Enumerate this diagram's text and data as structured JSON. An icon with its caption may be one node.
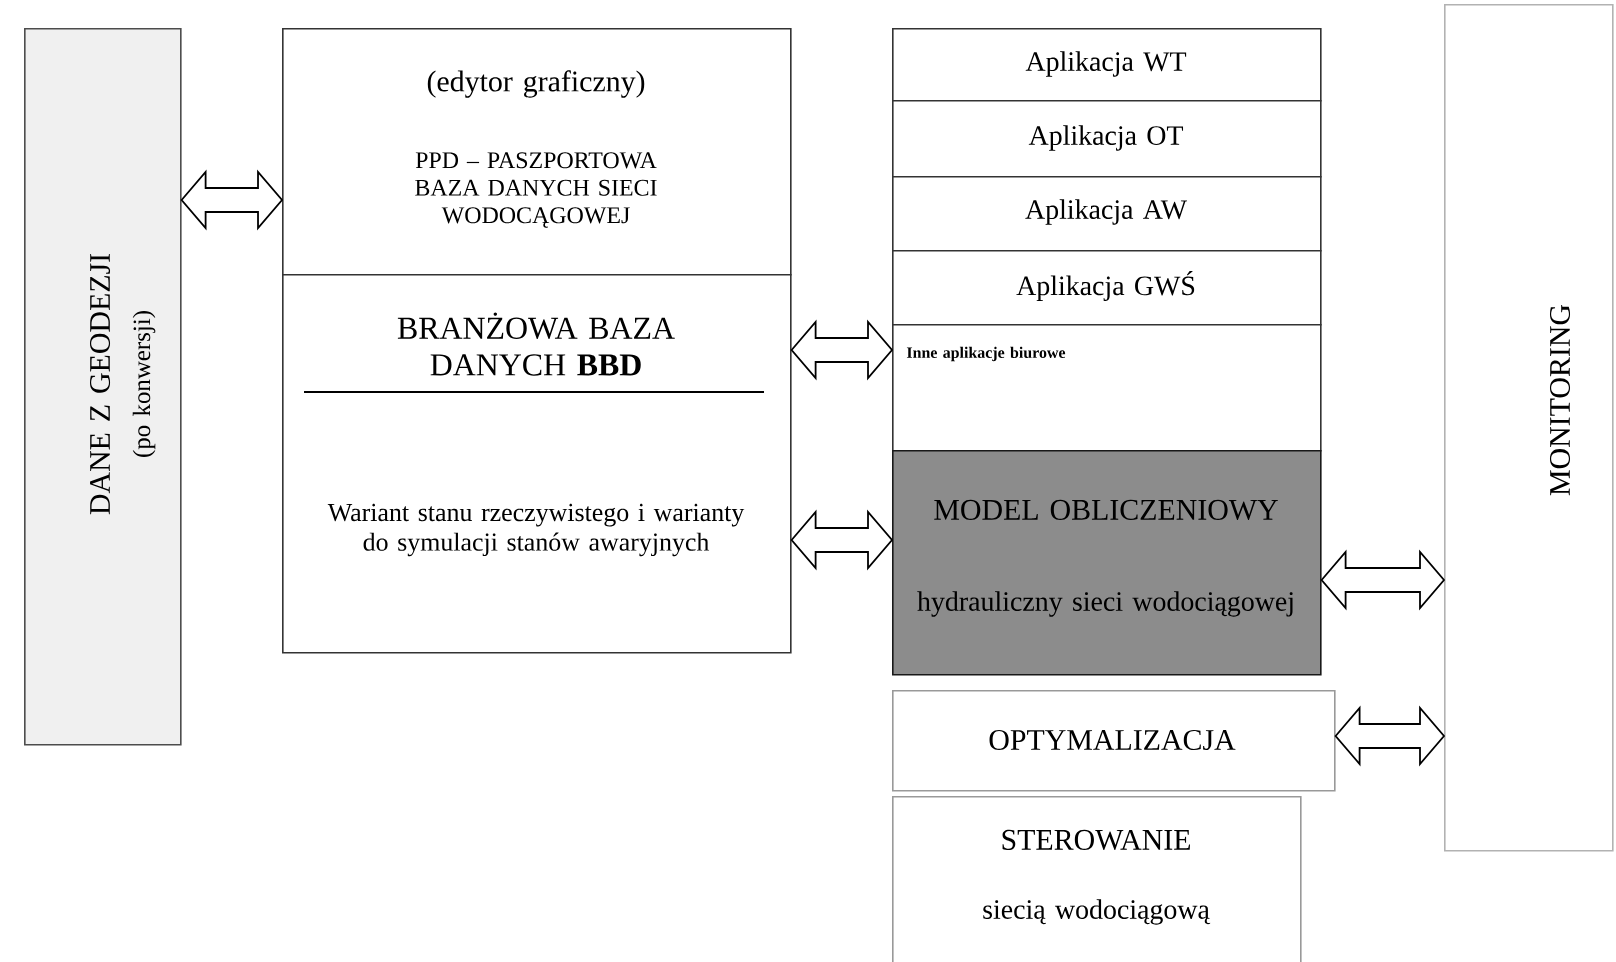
{
  "diagram": {
    "nodes": [
      {
        "text": [
          "DANE Z GEODEZJI",
          "(po konwersji)"
        ]
      },
      {
        "text": [
          "(edytor graficzny)",
          "PPD – PASZPORTOWA BAZA DANYCH SIECI WODOCĄGOWEJ"
        ]
      },
      {
        "text": [
          "BRANŻOWA BAZA DANYCH **BBD**",
          "Wariant stanu rzeczywistego i warianty do symulacji stanów awaryjnych"
        ]
      },
      {
        "text": [
          "Aplikacja WT"
        ]
      },
      {
        "text": [
          "Aplikacja OT"
        ]
      },
      {
        "text": [
          "Aplikacja AW"
        ]
      },
      {
        "text": [
          "Aplikacja GWŚ"
        ]
      },
      {
        "text": [
          "Inne aplikacje biurowe"
        ]
      },
      {
        "text": [
          "MODEL OBLICZENIOWY",
          "hydrauliczny sieci wodociągowej"
        ]
      },
      {
        "text": [
          "OPTYMALIZACJA"
        ]
      },
      {
        "text": [
          "STEROWANIE",
          "siecią wodociągową"
        ]
      },
      {
        "text": [
          "MONITORING"
        ]
      }
    ],
    "edges": [
      {
        "from": 0,
        "to": 1,
        "arrow": "both"
      },
      {
        "from": 2,
        "to": 7,
        "arrow": "both"
      },
      {
        "from": 2,
        "to": 8,
        "arrow": "both"
      },
      {
        "from": 8,
        "to": 11,
        "arrow": "both"
      },
      {
        "from": 9,
        "to": 11,
        "arrow": "both"
      }
    ]
  }
}
